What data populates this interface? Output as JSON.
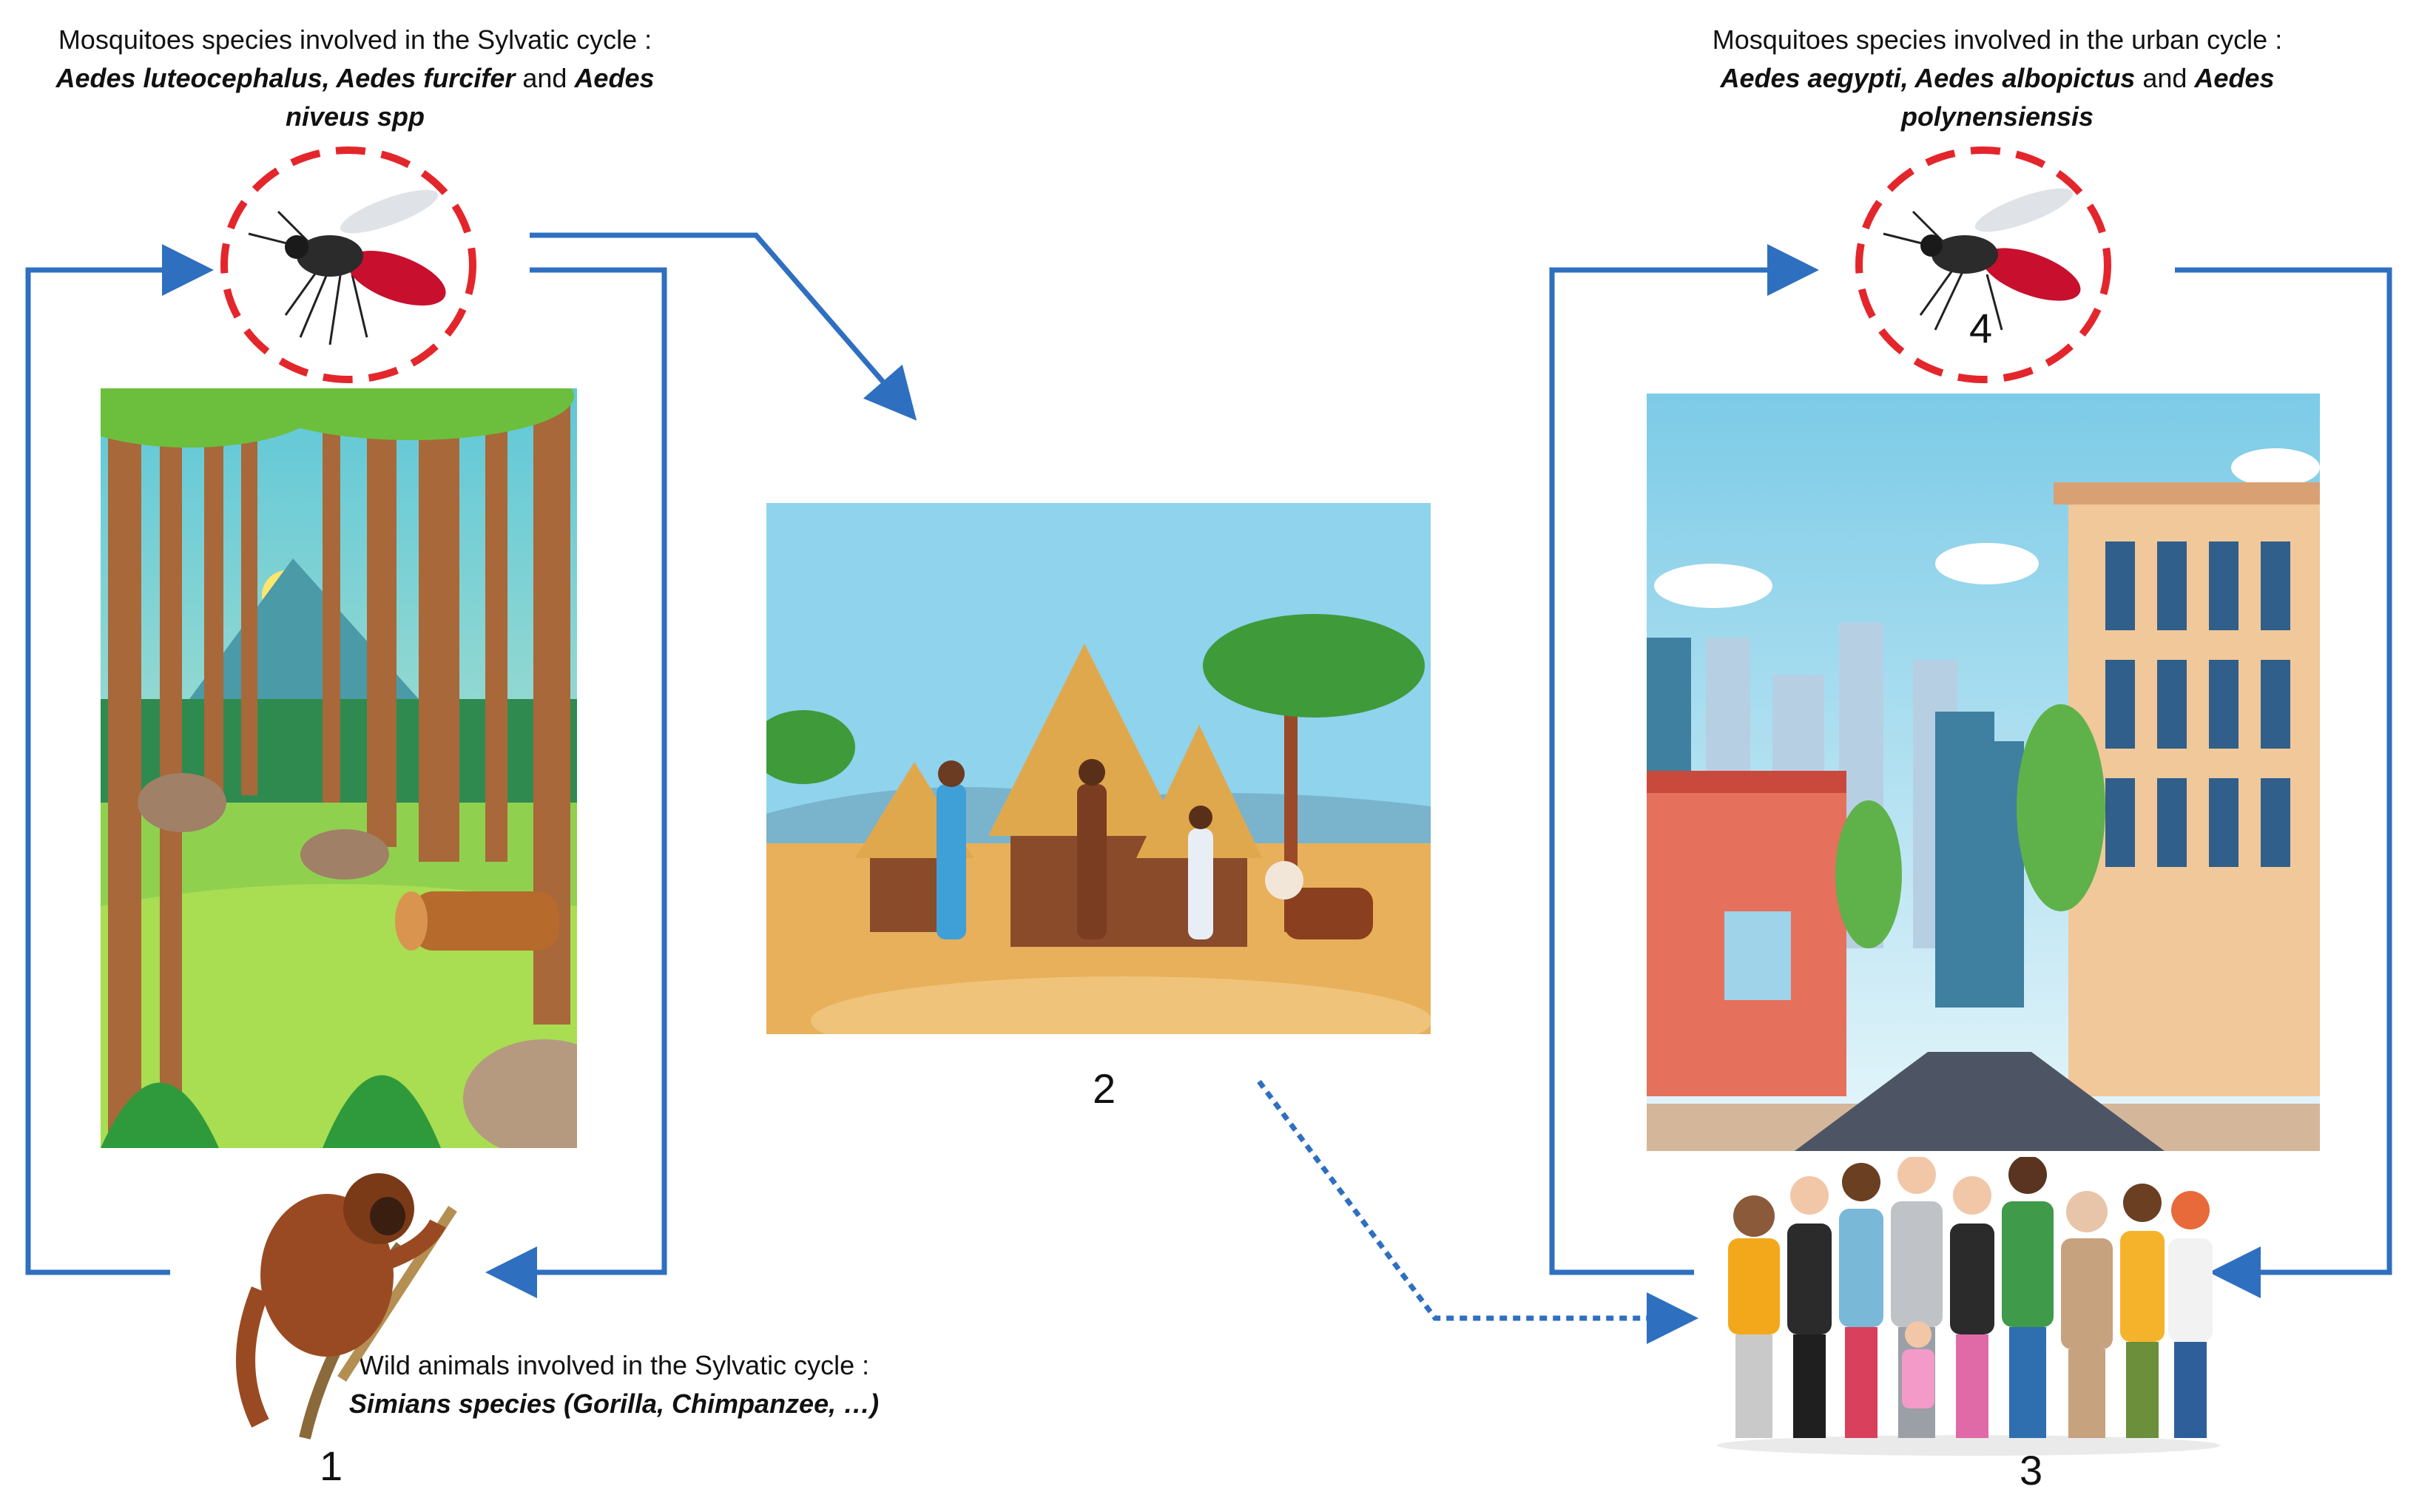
{
  "sylvatic_mosquito_caption": {
    "line1": "Mosquitoes species involved in the Sylvatic cycle :",
    "species_1": "Aedes luteocephalus, Aedes furcifer",
    "conj": " and ",
    "species_2a": "Aedes",
    "species_2b": "niveus spp"
  },
  "urban_mosquito_caption": {
    "line1": "Mosquitoes species involved in the urban cycle :",
    "species_1": "Aedes aegypti, Aedes albopictus",
    "conj": " and ",
    "species_2a": "Aedes",
    "species_2b": "polynensiensis"
  },
  "wild_animals_caption": {
    "line1": "Wild animals involved in the Sylvatic cycle :",
    "line2": "Simians species (Gorilla, Chimpanzee, …)"
  },
  "labels": {
    "n1": "1",
    "n2": "2",
    "n3": "3",
    "n4": "4"
  },
  "colors": {
    "arrow": "#2f6fc0",
    "mosquito_ring": "#e3262c"
  }
}
